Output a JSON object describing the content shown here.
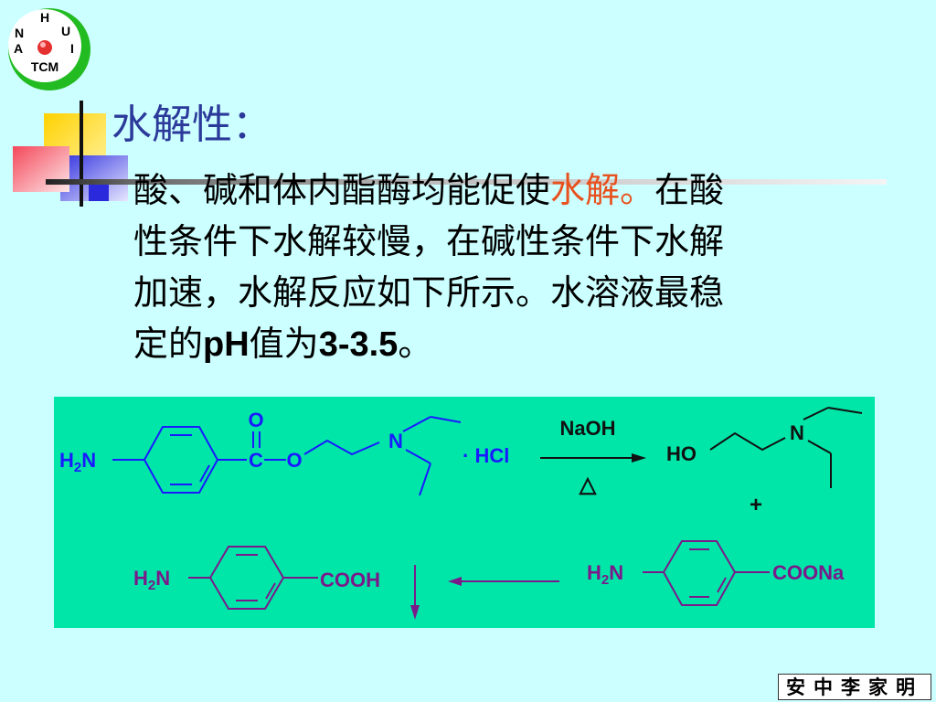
{
  "logo": {
    "letters": {
      "top": "H",
      "left": "N",
      "right": "U",
      "bottom_left": "A",
      "bottom_right": "I"
    },
    "bottom_text": "TCM",
    "colors": {
      "ring": "#22bb22",
      "center": "#e53030"
    }
  },
  "slide": {
    "title": "水解性：",
    "paragraph": {
      "line1_prefix": "酸、碱和体内酯酶均能促使",
      "line1_highlight": "水解。",
      "line1_suffix": "在酸",
      "line2": "性条件下水解较慢，在碱性条件下水解",
      "line3": "加速，水解反应如下所示。水溶液最稳",
      "line4_a": "定的",
      "line4_ph": "pH",
      "line4_b": "值为",
      "line4_value": "3-3.5",
      "line4_end": "。"
    }
  },
  "reaction": {
    "reactant": {
      "amine": {
        "main": "H",
        "sub": "2",
        "tail": "N"
      },
      "carbonyl_o": "O",
      "carbon": "C",
      "ester_o": "O",
      "nitrogen": "N",
      "salt": "· HCl"
    },
    "conditions": {
      "reagent": "NaOH",
      "heat": "△"
    },
    "product1": {
      "ho": "HO",
      "nitrogen": "N"
    },
    "plus": "+",
    "product2": {
      "amine": {
        "main": "H",
        "sub": "2",
        "tail": "N"
      },
      "group": "COONa"
    },
    "product3": {
      "amine": {
        "main": "H",
        "sub": "2",
        "tail": "N"
      },
      "group": "COOH"
    },
    "colors": {
      "background": "#00e6a8",
      "reactant": "#1a1aff",
      "product": "#7a1a8a",
      "arrow_right": "#111111"
    }
  },
  "author": "安中李家明"
}
